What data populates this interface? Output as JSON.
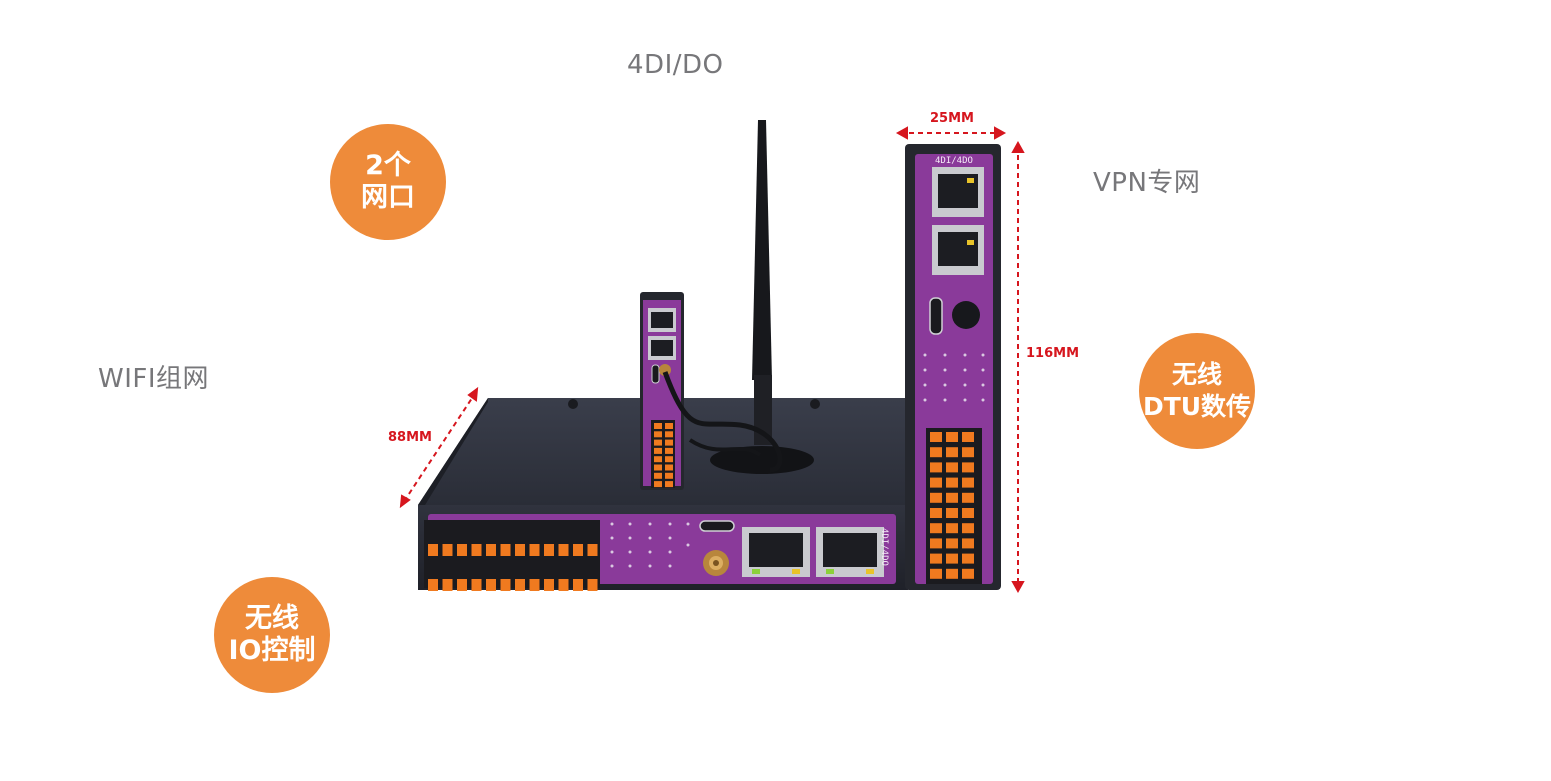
{
  "title_top": "4DI/DO",
  "features": {
    "ports_line1": "2个",
    "ports_line2": "网口",
    "vpn": "VPN专网",
    "wifi": "WIFI组网",
    "dtu_line1": "无线",
    "dtu_line2": "DTU数传",
    "io_line1": "无线",
    "io_line2": "IO控制"
  },
  "dimensions": {
    "width": "25MM",
    "height": "116MM",
    "depth": "88MM"
  },
  "device_panel_label": "4DI/4DO",
  "colors": {
    "badge": "#ee8b3a",
    "panel_purple": "#8a3a9a",
    "terminal_orange": "#f07a1f",
    "dimension_red": "#d6161e",
    "enclosure": "#2b2f3a"
  }
}
